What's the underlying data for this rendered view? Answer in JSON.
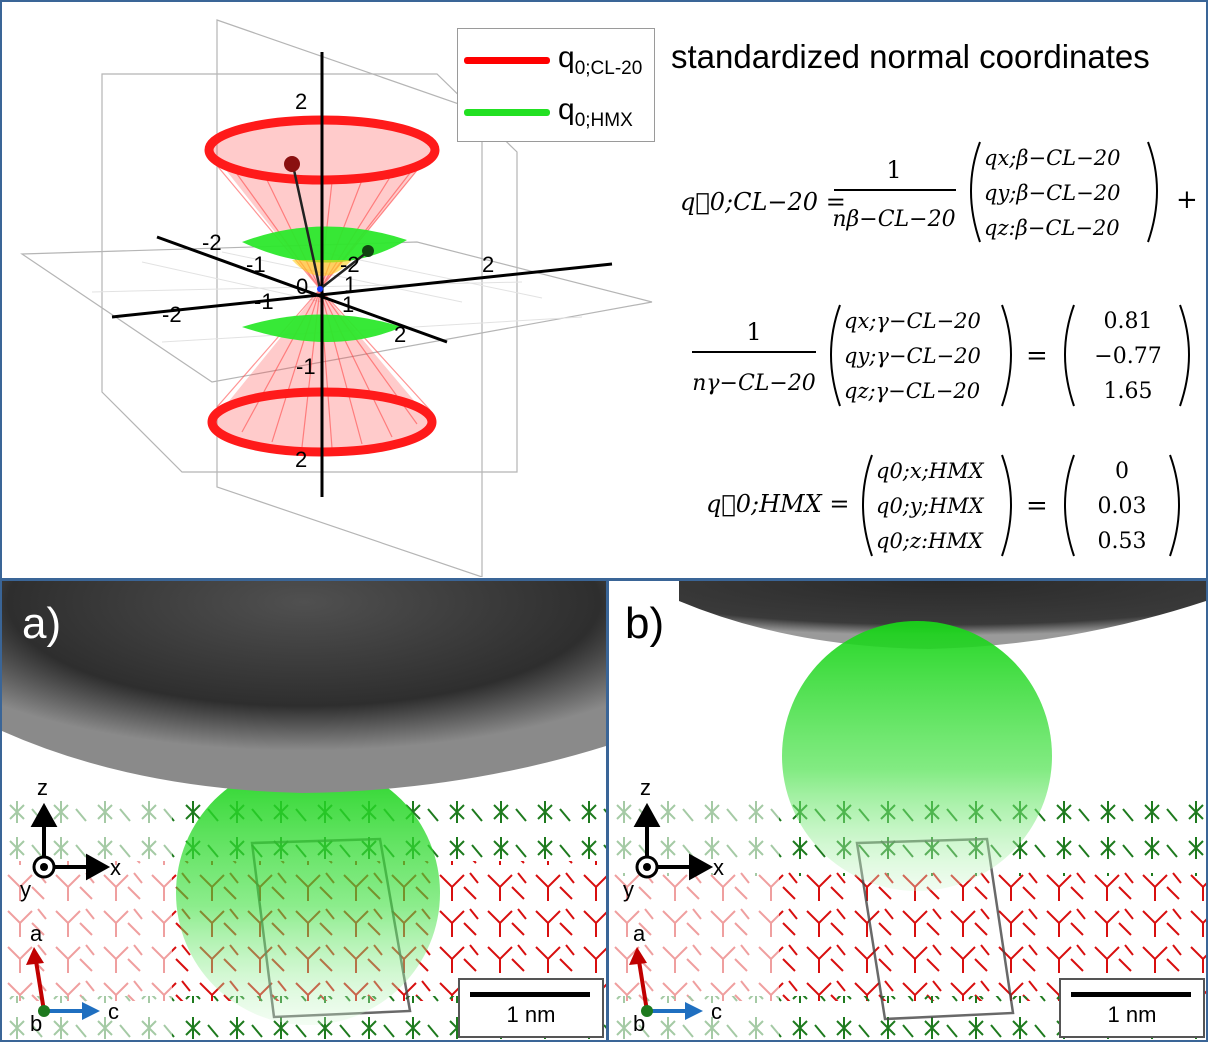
{
  "legend": {
    "items": [
      {
        "label_main": "q",
        "label_sub": "0;CL-20",
        "color": "#ff0000"
      },
      {
        "label_main": "q",
        "label_sub": "0;HMX",
        "color": "#22e022"
      }
    ]
  },
  "plot3d": {
    "tick_labels": [
      "2",
      "-2",
      "-1",
      "1",
      "-2",
      "2",
      "-2",
      "-1",
      "0",
      "1",
      "2",
      "-1",
      "2"
    ]
  },
  "equations": {
    "title": "standardized normal coordinates",
    "eq1_lhs": "q⃗0;CL−20 =",
    "eq1_frac_num": "1",
    "eq1_frac_den": "nβ−CL−20",
    "eq1_vec": [
      "qx;β−CL−20",
      "qy;β−CL−20",
      "qz:β−CL−20"
    ],
    "eq1_plus": "+",
    "eq2_frac_num": "1",
    "eq2_frac_den": "nγ−CL−20",
    "eq2_vec": [
      "qx;γ−CL−20",
      "qy;γ−CL−20",
      "qz;γ−CL−20"
    ],
    "eq2_equals": "=",
    "eq2_result": [
      "0.81",
      "−0.77",
      "1.65"
    ],
    "eq3_lhs": "q⃗0;HMX =",
    "eq3_vec": [
      "q0;x;HMX",
      "q0;y;HMX",
      "q0;z:HMX"
    ],
    "eq3_equals": "=",
    "eq3_result": [
      "0",
      "0.03",
      "0.53"
    ]
  },
  "panel_a": {
    "label": "a)",
    "axes_labels": {
      "z": "z",
      "x": "x",
      "y": "y",
      "a": "a",
      "b": "b",
      "c": "c"
    },
    "scalebar": "1 nm"
  },
  "panel_b": {
    "label": "b)",
    "axes_labels": {
      "z": "z",
      "x": "x",
      "y": "y",
      "a": "a",
      "b": "b",
      "c": "c"
    },
    "scalebar": "1 nm"
  },
  "colors": {
    "frame": "#3a6597",
    "cl20": "#e01010",
    "hmx_molecules": "#1e7a1e",
    "hmx_cone": "#22e022",
    "sphere": "#19d419",
    "tip": "#3a3a3a",
    "a_axis": "#c00000",
    "c_axis": "#1f6fc0"
  }
}
